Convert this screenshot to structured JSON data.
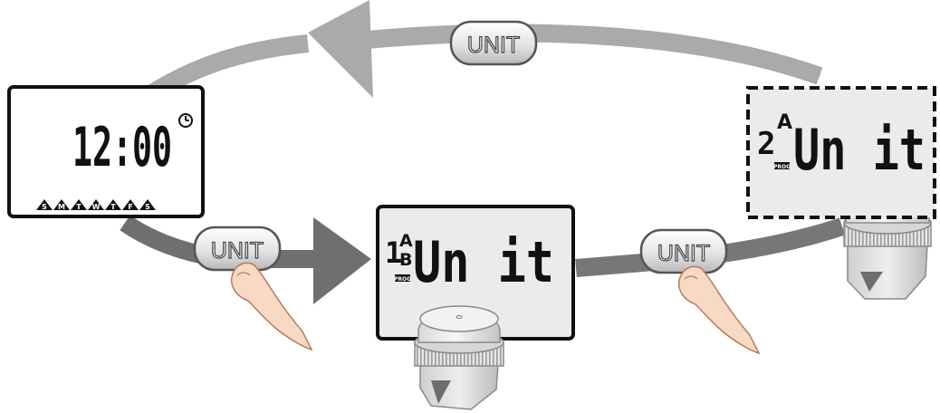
{
  "colors": {
    "arrow_gray": "#aaaaaa",
    "arrow_dark": "#6f6f6f",
    "lcd_bg": "#ebebeb",
    "lcd_border": "#111111",
    "digit": "#111111",
    "skin": "#f7d9c4",
    "skin_line": "#b77a5c"
  },
  "buttons": {
    "top": "UNIT",
    "left": "UNIT",
    "right": "UNIT"
  },
  "display_time": {
    "time": "12:00",
    "days": [
      "S",
      "M",
      "T",
      "W",
      "T",
      "F",
      "S"
    ],
    "clock_icon": "clock-icon"
  },
  "display_unit1": {
    "num": "1",
    "line_a": "A",
    "line_b": "B",
    "prog": "PROG",
    "text": "Un it"
  },
  "display_unit2": {
    "num": "2",
    "line_a": "A",
    "prog": "PROG",
    "text": "Un it"
  },
  "icons": [
    "arrow-icon",
    "pointing-hand-icon",
    "timer-unit-icon"
  ]
}
